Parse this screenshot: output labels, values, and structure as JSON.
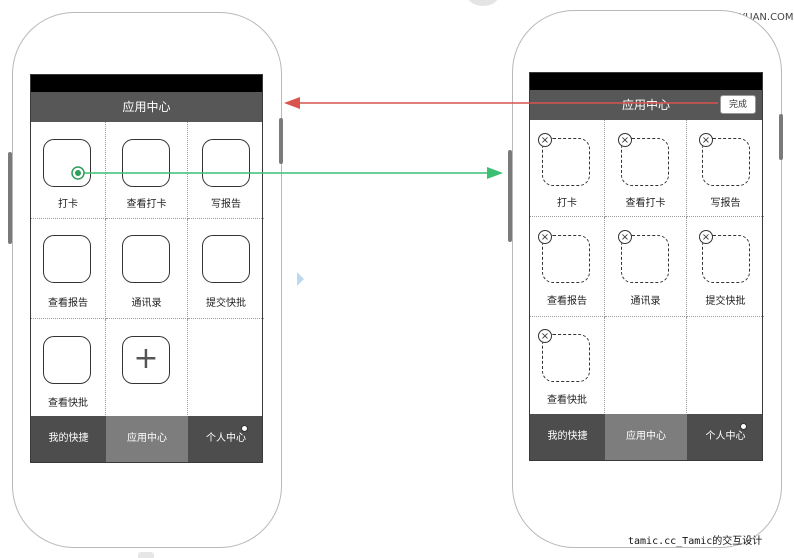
{
  "watermark_top": "思缘设计论坛 WWW.MISSYUAN.COM",
  "watermark_bottom": "tamic.cc_Tamic的交互设计",
  "colors": {
    "arrow_back": "#d9534f",
    "arrow_drag": "#3cbf73",
    "title_bar": "#575757",
    "tab_bar": "#4d4d4d",
    "tab_active": "#7d7d7d"
  },
  "phone_a": {
    "title": "应用中心",
    "apps": [
      {
        "label": "打卡"
      },
      {
        "label": "查看打卡"
      },
      {
        "label": "写报告"
      },
      {
        "label": "查看报告"
      },
      {
        "label": "通讯录"
      },
      {
        "label": "提交快批"
      },
      {
        "label": "查看快批"
      }
    ],
    "add_icon": "plus-icon",
    "tabs": [
      {
        "label": "我的快捷"
      },
      {
        "label": "应用中心"
      },
      {
        "label": "个人中心"
      }
    ]
  },
  "phone_b": {
    "title": "应用中心",
    "done_label": "完成",
    "delete_glyph": "×",
    "apps": [
      {
        "label": "打卡"
      },
      {
        "label": "查看打卡"
      },
      {
        "label": "写报告"
      },
      {
        "label": "查看报告"
      },
      {
        "label": "通讯录"
      },
      {
        "label": "提交快批"
      },
      {
        "label": "查看快批"
      }
    ],
    "tabs": [
      {
        "label": "我的快捷"
      },
      {
        "label": "应用中心"
      },
      {
        "label": "个人中心"
      }
    ]
  }
}
